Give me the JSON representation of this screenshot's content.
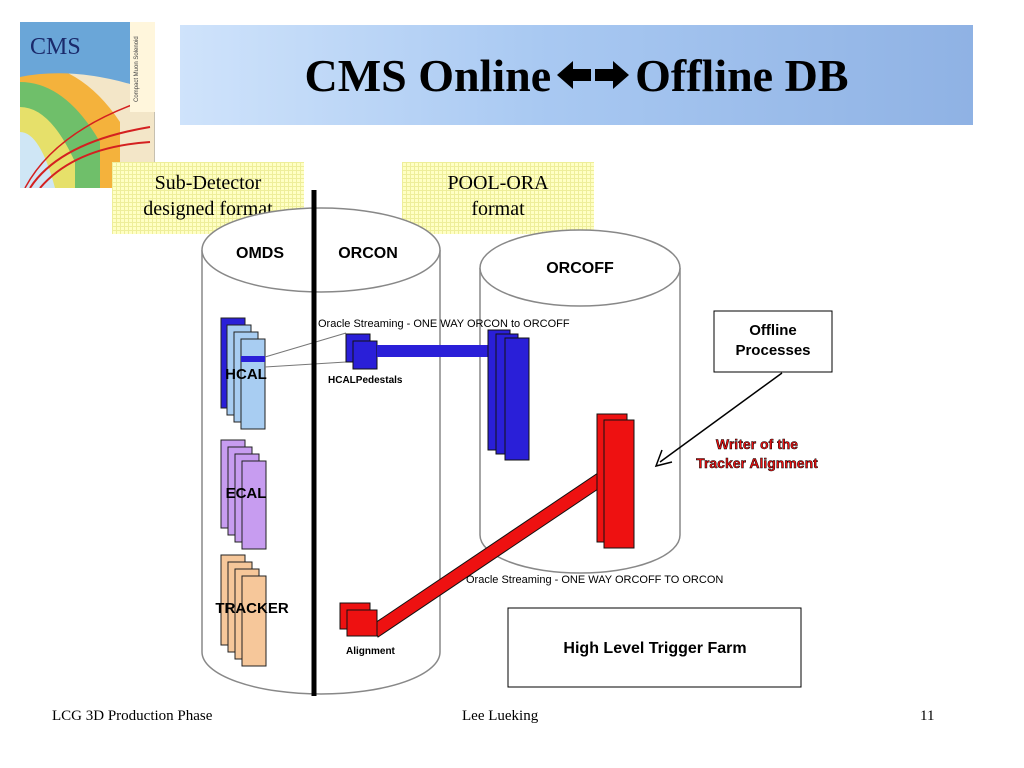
{
  "slide": {
    "title_before": "CMS Online",
    "title_after": "Offline DB",
    "title_arrows_icon": "bidirectional-arrow-icon",
    "logo_text": "CMS",
    "logo_subtext": "Compact Muon Solenoid"
  },
  "notes": {
    "left": [
      "Sub-Detector",
      "designed format"
    ],
    "right": [
      "POOL-ORA",
      "format"
    ]
  },
  "diagram": {
    "cylinder_left_labels": [
      "OMDS",
      "ORCON"
    ],
    "cylinder_right_label": "ORCOFF",
    "detectors": [
      "HCAL",
      "ECAL",
      "TRACKER"
    ],
    "stream_top": "Oracle Streaming - ONE WAY ORCON to ORCOFF",
    "stream_bottom": "Oracle Streaming - ONE WAY ORCOFF TO ORCON",
    "hcal_pedestals": "HCALPedestals",
    "alignment": "Alignment",
    "offline_processes": [
      "Offline",
      "Processes"
    ],
    "writer": [
      "Writer of the",
      "Tracker Alignment"
    ],
    "hlt_farm": "High Level Trigger Farm",
    "colors": {
      "blue": "#2a1fd8",
      "red": "#ee1111",
      "hcal": "#a8cdf2",
      "ecal": "#c79cf0",
      "tracker": "#f6c79a",
      "title_bar": "#a9c9f2",
      "note_bg": "#ffffc4"
    }
  },
  "footer": {
    "left": "LCG 3D Production Phase",
    "center": "Lee Lueking",
    "page": "11"
  }
}
